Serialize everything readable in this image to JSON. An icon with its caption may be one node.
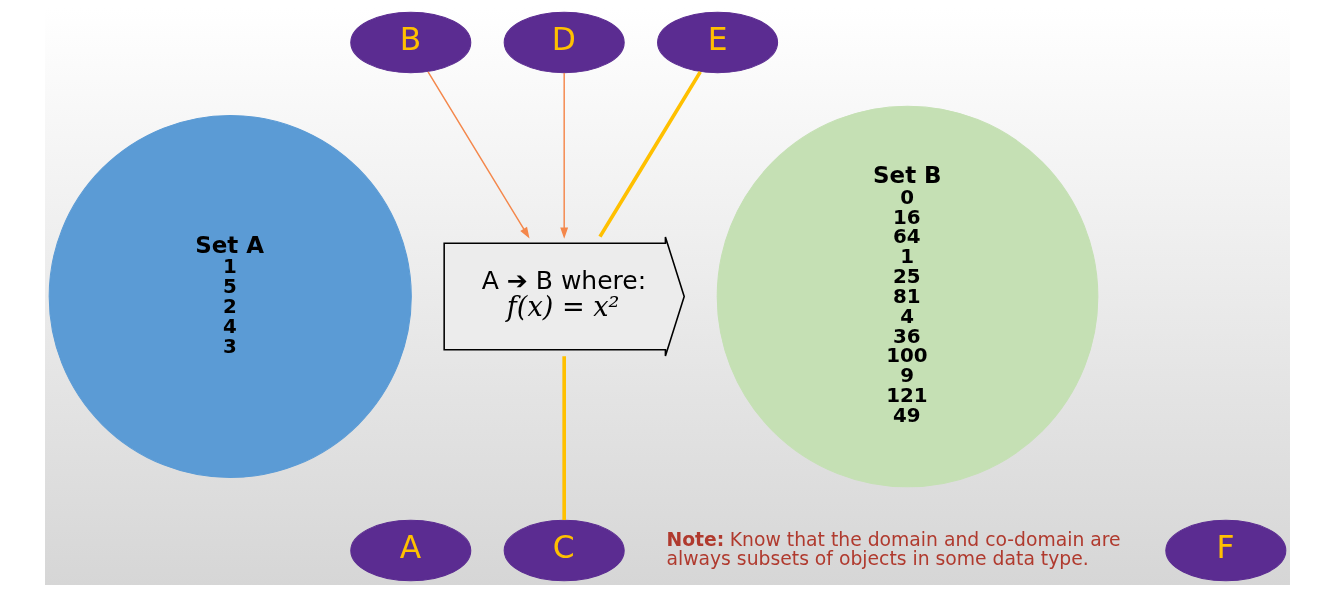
{
  "diagram": {
    "nodes": [
      {
        "text": [
          "Set A",
          "1",
          "5",
          "2",
          "4",
          "3"
        ]
      },
      {
        "text": [
          "B"
        ]
      },
      {
        "text": [
          "D"
        ]
      },
      {
        "text": [
          "E"
        ]
      },
      {
        "text": [
          "A ➔ B where:",
          "f(x) = x²"
        ]
      },
      {
        "text": [
          "Set B",
          "0",
          "16",
          "64",
          "1",
          "25",
          "81",
          "4",
          "36",
          "100",
          "9",
          "121",
          "49"
        ]
      },
      {
        "text": [
          "A"
        ]
      },
      {
        "text": [
          "C"
        ]
      },
      {
        "text": [
          "F"
        ]
      }
    ],
    "edges": [
      {
        "from": 1,
        "to": 4,
        "arrow": "to",
        "color": "#f4874b"
      },
      {
        "from": 2,
        "to": 4,
        "arrow": "to",
        "color": "#f4874b"
      },
      {
        "from": 3,
        "to": 4,
        "arrow": "none",
        "style": "thick",
        "color": "#ffc000"
      },
      {
        "from": 7,
        "to": 4,
        "arrow": "none",
        "style": "thick",
        "color": "#ffc000"
      }
    ],
    "labels": [
      "**Note:** Know that the domain and co-domain are always subsets of objects in some data type."
    ]
  }
}
